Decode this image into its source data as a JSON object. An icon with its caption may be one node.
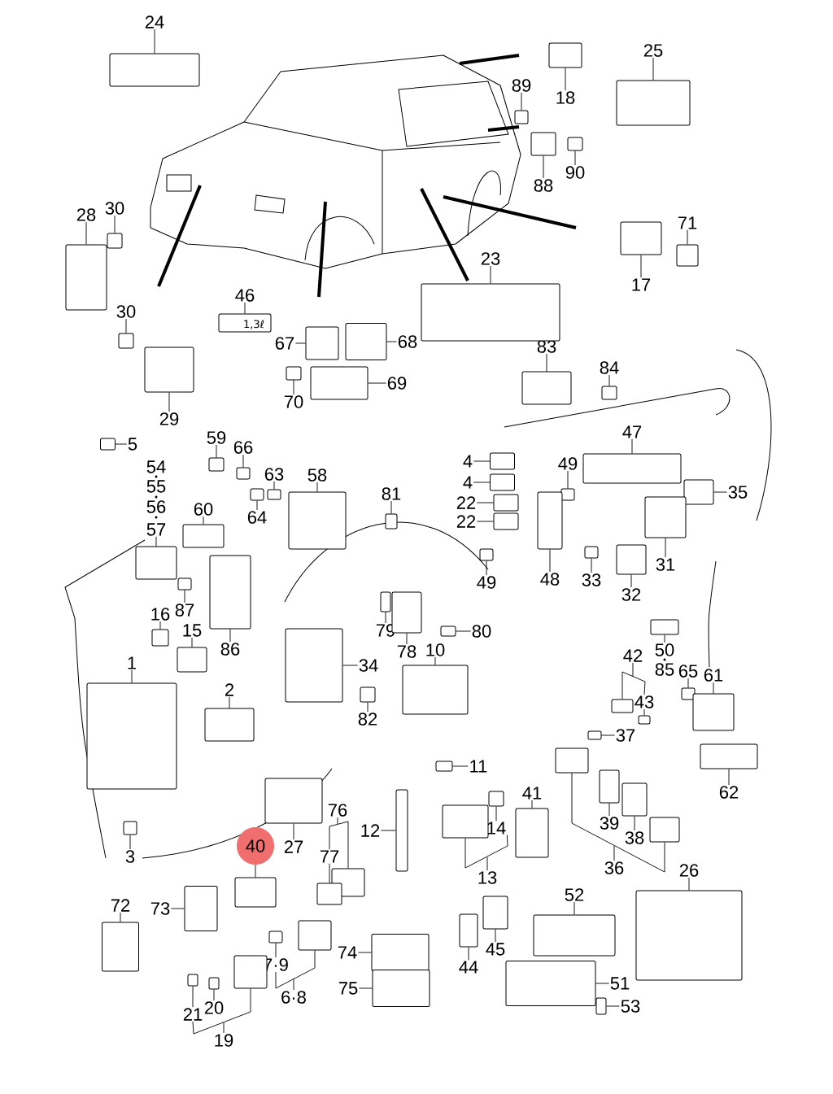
{
  "diagram": {
    "nodes": [
      {
        "text": [
          "24"
        ]
      },
      {
        "text": [
          "18"
        ]
      },
      {
        "text": [
          "25"
        ]
      },
      {
        "text": [
          "89"
        ]
      },
      {
        "text": [
          "90"
        ]
      },
      {
        "text": [
          "88"
        ]
      },
      {
        "text": [
          "28"
        ]
      },
      {
        "text": [
          "30"
        ]
      },
      {
        "text": [
          "71"
        ]
      },
      {
        "text": [
          "23"
        ]
      },
      {
        "text": [
          "17"
        ]
      },
      {
        "text": [
          "46"
        ]
      },
      {
        "text": [
          "30"
        ]
      },
      {
        "text": [
          "67"
        ]
      },
      {
        "text": [
          "68"
        ]
      },
      {
        "text": [
          "83"
        ]
      },
      {
        "text": [
          "84"
        ]
      },
      {
        "text": [
          "69"
        ]
      },
      {
        "text": [
          "70"
        ]
      },
      {
        "text": [
          "29"
        ]
      },
      {
        "text": [
          "5"
        ]
      },
      {
        "text": [
          "59"
        ]
      },
      {
        "text": [
          "47"
        ]
      },
      {
        "text": [
          "66"
        ]
      },
      {
        "text": [
          "63"
        ]
      },
      {
        "text": [
          "58"
        ]
      },
      {
        "text": [
          "4"
        ]
      },
      {
        "text": [
          "49"
        ]
      },
      {
        "text": [
          "4"
        ]
      },
      {
        "text": [
          "81"
        ]
      },
      {
        "text": [
          "60"
        ]
      },
      {
        "text": [
          "22"
        ]
      },
      {
        "text": [
          "22"
        ]
      },
      {
        "text": [
          "35"
        ]
      },
      {
        "text": [
          "64"
        ]
      },
      {
        "text": [
          "57"
        ]
      },
      {
        "text": [
          "31"
        ]
      },
      {
        "text": [
          "48"
        ]
      },
      {
        "text": [
          "49"
        ]
      },
      {
        "text": [
          "33"
        ]
      },
      {
        "text": [
          "32"
        ]
      },
      {
        "text": [
          "87"
        ]
      },
      {
        "text": [
          "16"
        ]
      },
      {
        "text": [
          "15"
        ]
      },
      {
        "text": [
          "79"
        ]
      },
      {
        "text": [
          "80"
        ]
      },
      {
        "text": [
          "86"
        ]
      },
      {
        "text": [
          "50"
        ]
      },
      {
        "text": [
          "10"
        ]
      },
      {
        "text": [
          "78"
        ]
      },
      {
        "text": [
          "42"
        ]
      },
      {
        "text": [
          "1"
        ]
      },
      {
        "text": [
          "34"
        ]
      },
      {
        "text": [
          "65"
        ]
      },
      {
        "text": [
          "61"
        ]
      },
      {
        "text": [
          "2"
        ]
      },
      {
        "text": [
          "43"
        ]
      },
      {
        "text": [
          "82"
        ]
      },
      {
        "text": [
          "37"
        ]
      },
      {
        "text": [
          "11"
        ]
      },
      {
        "text": [
          "62"
        ]
      },
      {
        "text": [
          "41"
        ]
      },
      {
        "text": [
          "76"
        ]
      },
      {
        "text": [
          "39"
        ]
      },
      {
        "text": [
          "14"
        ]
      },
      {
        "text": [
          "12"
        ]
      },
      {
        "text": [
          "38"
        ]
      },
      {
        "text": [
          "40"
        ]
      },
      {
        "text": [
          "27"
        ]
      },
      {
        "text": [
          "3"
        ]
      },
      {
        "text": [
          "77"
        ]
      },
      {
        "text": [
          "36"
        ]
      },
      {
        "text": [
          "26"
        ]
      },
      {
        "text": [
          "13"
        ]
      },
      {
        "text": [
          "52"
        ]
      },
      {
        "text": [
          "72"
        ]
      },
      {
        "text": [
          "73"
        ]
      },
      {
        "text": [
          "45"
        ]
      },
      {
        "text": [
          "74"
        ]
      },
      {
        "text": [
          "7·9"
        ]
      },
      {
        "text": [
          "44"
        ]
      },
      {
        "text": [
          "51"
        ]
      },
      {
        "text": [
          "75"
        ]
      },
      {
        "text": [
          "6·8"
        ]
      },
      {
        "text": [
          "53"
        ]
      },
      {
        "text": [
          "20"
        ]
      },
      {
        "text": [
          "21"
        ]
      },
      {
        "text": [
          "19"
        ]
      },
      {
        "text": [],
        "shape": "box"
      },
      {
        "text": [],
        "shape": "box"
      },
      {
        "text": [],
        "shape": "box"
      },
      {
        "text": [],
        "shape": "box"
      },
      {
        "text": [],
        "shape": "box"
      },
      {
        "text": [],
        "shape": "box"
      },
      {
        "text": [],
        "shape": "box"
      },
      {
        "text": [],
        "shape": "box"
      },
      {
        "text": [],
        "shape": "box"
      },
      {
        "text": [],
        "shape": "box"
      },
      {
        "text": [],
        "shape": "box"
      },
      {
        "text": [],
        "shape": "box"
      },
      {
        "text": [],
        "shape": "box"
      },
      {
        "text": [],
        "shape": "box"
      },
      {
        "text": [],
        "shape": "box"
      },
      {
        "text": [],
        "shape": "box"
      },
      {
        "text": [],
        "shape": "box"
      },
      {
        "text": [],
        "shape": "box"
      },
      {
        "text": [],
        "shape": "box"
      },
      {
        "text": [],
        "shape": "box"
      },
      {
        "text": [],
        "shape": "box"
      },
      {
        "text": [],
        "shape": "box"
      },
      {
        "text": [],
        "shape": "box"
      },
      {
        "text": [],
        "shape": "box"
      },
      {
        "text": [],
        "shape": "box"
      },
      {
        "text": [],
        "shape": "box"
      },
      {
        "text": [],
        "shape": "box"
      },
      {
        "text": [],
        "shape": "box"
      },
      {
        "text": [],
        "shape": "box"
      },
      {
        "text": [],
        "shape": "box"
      },
      {
        "text": [],
        "shape": "box"
      },
      {
        "text": [],
        "shape": "box"
      },
      {
        "text": [],
        "shape": "box"
      },
      {
        "text": [],
        "shape": "box"
      },
      {
        "text": [],
        "shape": "box"
      },
      {
        "text": [],
        "shape": "box"
      },
      {
        "text": [],
        "shape": "box"
      },
      {
        "text": [],
        "shape": "box"
      },
      {
        "text": [],
        "shape": "box"
      },
      {
        "text": [],
        "shape": "box"
      },
      {
        "text": [],
        "shape": "box"
      },
      {
        "text": [],
        "shape": "box"
      },
      {
        "text": [],
        "shape": "box"
      },
      {
        "text": [],
        "shape": "box"
      },
      {
        "text": [],
        "shape": "box"
      },
      {
        "text": [],
        "shape": "box"
      },
      {
        "text": [],
        "shape": "box"
      },
      {
        "text": [],
        "shape": "box"
      },
      {
        "text": [],
        "shape": "box"
      },
      {
        "text": [],
        "shape": "box"
      },
      {
        "text": [],
        "shape": "box"
      },
      {
        "text": [],
        "shape": "box"
      },
      {
        "text": [],
        "shape": "box"
      },
      {
        "text": [],
        "shape": "box"
      },
      {
        "text": [],
        "shape": "box"
      },
      {
        "text": [],
        "shape": "box"
      },
      {
        "text": [],
        "shape": "box"
      },
      {
        "text": [],
        "shape": "box"
      },
      {
        "text": [],
        "shape": "box"
      },
      {
        "text": [],
        "shape": "box"
      },
      {
        "text": [],
        "shape": "box"
      },
      {
        "text": [],
        "shape": "box"
      },
      {
        "text": [],
        "shape": "box"
      },
      {
        "text": [],
        "shape": "box"
      },
      {
        "text": [],
        "shape": "box"
      },
      {
        "text": [],
        "shape": "box"
      },
      {
        "text": [],
        "shape": "box"
      },
      {
        "text": [],
        "shape": "box"
      },
      {
        "text": [],
        "shape": "box"
      },
      {
        "text": [],
        "shape": "box"
      },
      {
        "text": [],
        "shape": "box"
      },
      {
        "text": [],
        "shape": "box"
      },
      {
        "text": [],
        "shape": "box"
      },
      {
        "text": [],
        "shape": "box"
      },
      {
        "text": [],
        "shape": "box"
      },
      {
        "text": [],
        "shape": "box"
      },
      {
        "text": [],
        "shape": "box"
      },
      {
        "text": [],
        "shape": "box"
      },
      {
        "text": [],
        "shape": "box"
      },
      {
        "text": [],
        "shape": "box"
      },
      {
        "text": [],
        "shape": "box"
      },
      {
        "text": [],
        "shape": "box"
      },
      {
        "text": [],
        "shape": "box"
      },
      {
        "text": [],
        "shape": "box"
      },
      {
        "text": [],
        "shape": "box"
      },
      {
        "text": [],
        "shape": "box"
      },
      {
        "text": [],
        "shape": "box"
      },
      {
        "text": [],
        "shape": "box"
      },
      {
        "text": [],
        "shape": "box"
      }
    ],
    "edges": [
      {
        "from": 0,
        "to": 88,
        "arrow": "none"
      },
      {
        "from": 1,
        "to": 89,
        "arrow": "none"
      },
      {
        "from": 2,
        "to": 90,
        "arrow": "none"
      },
      {
        "from": 3,
        "to": 91,
        "arrow": "none"
      },
      {
        "from": 4,
        "to": 92,
        "arrow": "none"
      },
      {
        "from": 5,
        "to": 93,
        "arrow": "none"
      },
      {
        "from": 6,
        "to": 94,
        "arrow": "none"
      },
      {
        "from": 7,
        "to": 95,
        "arrow": "none"
      },
      {
        "from": 8,
        "to": 96,
        "arrow": "none"
      },
      {
        "from": 9,
        "to": 97,
        "arrow": "none"
      },
      {
        "from": 10,
        "to": 98,
        "arrow": "none"
      },
      {
        "from": 11,
        "to": 99,
        "arrow": "none"
      },
      {
        "from": 12,
        "to": 100,
        "arrow": "none"
      },
      {
        "from": 13,
        "to": 101,
        "arrow": "none"
      },
      {
        "from": 14,
        "to": 102,
        "arrow": "none"
      },
      {
        "from": 15,
        "to": 103,
        "arrow": "none"
      },
      {
        "from": 16,
        "to": 104,
        "arrow": "none"
      },
      {
        "from": 17,
        "to": 105,
        "arrow": "none"
      },
      {
        "from": 18,
        "to": 106,
        "arrow": "none"
      },
      {
        "from": 19,
        "to": 107,
        "arrow": "none"
      },
      {
        "from": 20,
        "to": 108,
        "arrow": "none"
      },
      {
        "from": 21,
        "to": 109,
        "arrow": "none"
      },
      {
        "from": 22,
        "to": 110,
        "arrow": "none"
      },
      {
        "from": 23,
        "to": 111,
        "arrow": "none"
      },
      {
        "from": 24,
        "to": 112,
        "arrow": "none"
      },
      {
        "from": 25,
        "to": 113,
        "arrow": "none"
      },
      {
        "from": 26,
        "to": 114,
        "arrow": "none"
      },
      {
        "from": 27,
        "to": 115,
        "arrow": "none"
      },
      {
        "from": 28,
        "to": 116,
        "arrow": "none"
      },
      {
        "from": 29,
        "to": 117,
        "arrow": "none"
      },
      {
        "from": 30,
        "to": 118,
        "arrow": "none"
      },
      {
        "from": 31,
        "to": 119,
        "arrow": "none"
      },
      {
        "from": 32,
        "to": 120,
        "arrow": "none"
      },
      {
        "from": 33,
        "to": 121,
        "arrow": "none"
      },
      {
        "from": 34,
        "to": 122,
        "arrow": "none"
      },
      {
        "from": 35,
        "to": 123,
        "arrow": "none"
      },
      {
        "from": 36,
        "to": 124,
        "arrow": "none"
      },
      {
        "from": 37,
        "to": 125,
        "arrow": "none"
      },
      {
        "from": 38,
        "to": 126,
        "arrow": "none"
      },
      {
        "from": 39,
        "to": 127,
        "arrow": "none"
      },
      {
        "from": 40,
        "to": 128,
        "arrow": "none"
      },
      {
        "from": 41,
        "to": 129,
        "arrow": "none"
      },
      {
        "from": 42,
        "to": 130,
        "arrow": "none"
      },
      {
        "from": 43,
        "to": 131,
        "arrow": "none"
      },
      {
        "from": 44,
        "to": 132,
        "arrow": "none"
      },
      {
        "from": 45,
        "to": 133,
        "arrow": "none"
      },
      {
        "from": 46,
        "to": 134,
        "arrow": "none"
      },
      {
        "from": 47,
        "to": 135,
        "arrow": "none"
      },
      {
        "from": 48,
        "to": 136,
        "arrow": "none"
      },
      {
        "from": 49,
        "to": 137,
        "arrow": "none"
      },
      {
        "from": 50,
        "to": 138,
        "arrow": "none"
      },
      {
        "from": 50,
        "to": 56,
        "arrow": "none"
      },
      {
        "from": 51,
        "to": 139,
        "arrow": "none"
      },
      {
        "from": 52,
        "to": 140,
        "arrow": "none"
      },
      {
        "from": 53,
        "to": 141,
        "arrow": "none"
      },
      {
        "from": 54,
        "to": 142,
        "arrow": "none"
      },
      {
        "from": 55,
        "to": 143,
        "arrow": "none"
      },
      {
        "from": 56,
        "to": 144,
        "arrow": "none"
      },
      {
        "from": 57,
        "to": 145,
        "arrow": "none"
      },
      {
        "from": 58,
        "to": 146,
        "arrow": "none"
      },
      {
        "from": 59,
        "to": 147,
        "arrow": "none"
      },
      {
        "from": 60,
        "to": 148,
        "arrow": "none"
      },
      {
        "from": 61,
        "to": 149,
        "arrow": "none"
      },
      {
        "from": 62,
        "to": 150,
        "arrow": "none"
      },
      {
        "from": 62,
        "to": 70,
        "arrow": "none"
      },
      {
        "from": 63,
        "to": 151,
        "arrow": "none"
      },
      {
        "from": 64,
        "to": 152,
        "arrow": "none"
      },
      {
        "from": 65,
        "to": 153,
        "arrow": "none"
      },
      {
        "from": 66,
        "to": 154,
        "arrow": "none"
      },
      {
        "from": 67,
        "to": 155,
        "arrow": "none"
      },
      {
        "from": 68,
        "to": 156,
        "arrow": "none"
      },
      {
        "from": 69,
        "to": 157,
        "arrow": "none"
      },
      {
        "from": 70,
        "to": 158,
        "arrow": "none"
      },
      {
        "from": 71,
        "to": 159,
        "arrow": "none"
      },
      {
        "from": 71,
        "to": 160,
        "arrow": "none"
      },
      {
        "from": 72,
        "to": 161,
        "arrow": "none"
      },
      {
        "from": 73,
        "to": 162,
        "arrow": "none"
      },
      {
        "from": 73,
        "to": 64,
        "arrow": "none"
      },
      {
        "from": 74,
        "to": 163,
        "arrow": "none"
      },
      {
        "from": 75,
        "to": 164,
        "arrow": "none"
      },
      {
        "from": 76,
        "to": 165,
        "arrow": "none"
      },
      {
        "from": 77,
        "to": 166,
        "arrow": "none"
      },
      {
        "from": 78,
        "to": 167,
        "arrow": "none"
      },
      {
        "from": 79,
        "to": 168,
        "arrow": "none"
      },
      {
        "from": 80,
        "to": 169,
        "arrow": "none"
      },
      {
        "from": 81,
        "to": 170,
        "arrow": "none"
      },
      {
        "from": 82,
        "to": 171,
        "arrow": "none"
      },
      {
        "from": 83,
        "to": 172,
        "arrow": "none"
      },
      {
        "from": 83,
        "to": 79,
        "arrow": "none"
      },
      {
        "from": 84,
        "to": 173,
        "arrow": "none"
      },
      {
        "from": 85,
        "to": 174,
        "arrow": "none"
      },
      {
        "from": 86,
        "to": 175,
        "arrow": "none"
      },
      {
        "from": 87,
        "to": 176,
        "arrow": "none"
      },
      {
        "from": 87,
        "to": 86,
        "arrow": "none"
      }
    ],
    "labels": [
      "54",
      "55",
      "56",
      "85",
      "1,3ℓ"
    ]
  }
}
